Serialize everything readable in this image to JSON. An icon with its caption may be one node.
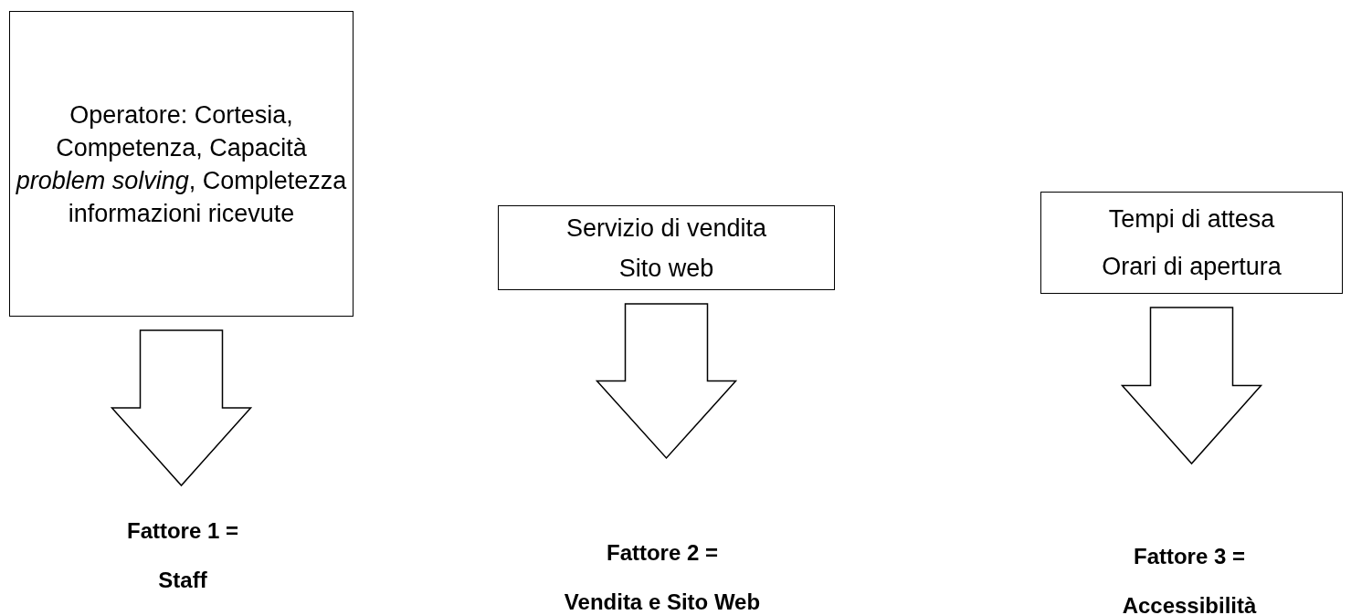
{
  "diagram": {
    "nodes": [
      {
        "text": [
          "Operatore: Cortesia, Competenza, Capacità *problem solving*, Completezza informazioni ricevute"
        ]
      },
      {
        "text": [
          "Servizio di vendita",
          "Sito web"
        ]
      },
      {
        "text": [
          "Tempi di attesa",
          "Orari di apertura"
        ]
      },
      {
        "text": [
          "Fattore 1 =",
          "Staff"
        ]
      },
      {
        "text": [
          "Fattore 2 =",
          "Vendita e Sito Web"
        ]
      },
      {
        "text": [
          "Fattore 3 =",
          "Accessibilità"
        ]
      }
    ],
    "edges": [
      {
        "from": 0,
        "to": 3,
        "arrow": "to"
      },
      {
        "from": 1,
        "to": 4,
        "arrow": "to"
      },
      {
        "from": 2,
        "to": 5,
        "arrow": "to"
      }
    ]
  }
}
